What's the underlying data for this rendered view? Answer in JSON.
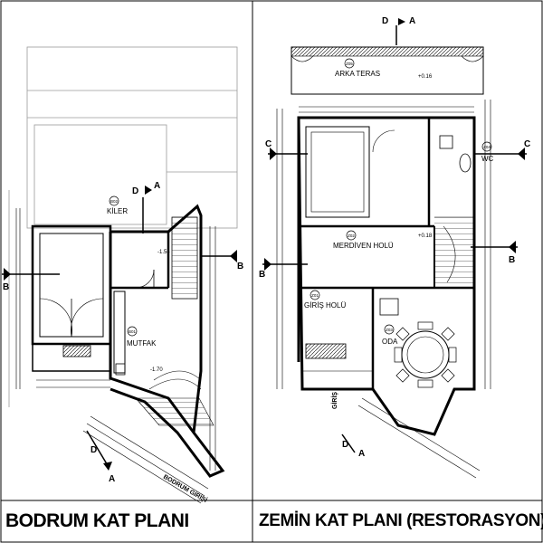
{
  "captions": {
    "left": "BODRUM KAT PLANI",
    "right": "ZEMİN KAT PLANI (RESTORASYON)"
  },
  "sections": {
    "a": "A",
    "b": "B",
    "c": "C",
    "d": "D"
  },
  "basement": {
    "kiler": {
      "code": "B02",
      "name": "KİLER",
      "elevation": "-1.54"
    },
    "mutfak": {
      "code": "B01",
      "name": "MUTFAK",
      "elevation": "-1.70"
    },
    "entrance": "BODRUM GİRİŞİ"
  },
  "ground": {
    "arka_teras": {
      "code": "Z05",
      "name": "ARKA TERAS",
      "elevation": "+0.16"
    },
    "wc": {
      "code": "Z04",
      "name": "WC"
    },
    "merdiven": {
      "code": "Z02",
      "name": "MERDİVEN HOLÜ",
      "elevation": "+0.18"
    },
    "giris_holu": {
      "code": "Z01",
      "name": "GİRİŞ HOLÜ"
    },
    "oda": {
      "code": "Z03",
      "name": "ODA"
    },
    "entrance": "GİRİŞ"
  }
}
